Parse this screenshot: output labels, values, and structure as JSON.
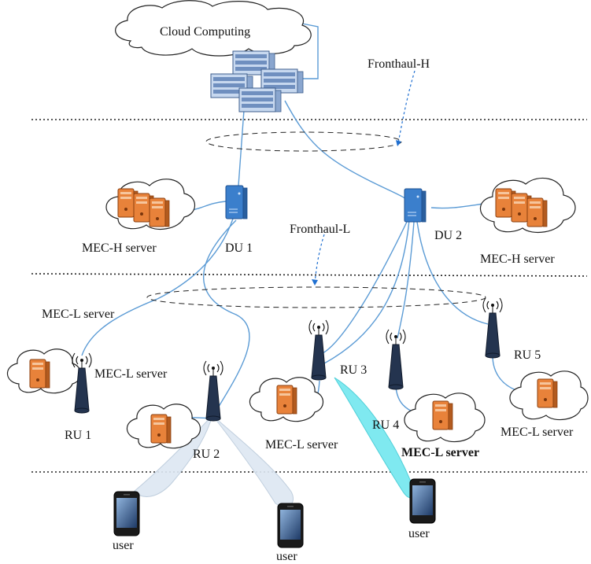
{
  "labels": {
    "cloud_computing": "Cloud Computing",
    "fronthaul_h": "Fronthaul-H",
    "fronthaul_l": "Fronthaul-L",
    "du1": "DU 1",
    "du2": "DU 2",
    "mec_h_left": "MEC-H server",
    "mec_h_right": "MEC-H server",
    "mec_l_ru1": "MEC-L server",
    "mec_l_ru2": "MEC-L server",
    "mec_l_ru3": "MEC-L server",
    "mec_l_ru4": "MEC-L server",
    "mec_l_ru5": "MEC-L server",
    "ru1": "RU 1",
    "ru2": "RU 2",
    "ru3": "RU 3",
    "ru4": "RU 4",
    "ru5": "RU 5",
    "user_left": "user",
    "user_middle": "user",
    "user_right": "user"
  },
  "icons": {
    "cloud": "cloud-icon",
    "server_rack": "server-rack-icon",
    "distributed_unit": "du-server-icon",
    "mec_server": "mec-server-icon",
    "radio_unit": "radio-tower-icon",
    "user_device": "smartphone-icon"
  },
  "colors": {
    "link": "#5b9bd5",
    "mec_server": "#e8823a",
    "du_server": "#3b7fcc",
    "active_beam": "#7fe9f0",
    "beam": "#dde7f2"
  }
}
